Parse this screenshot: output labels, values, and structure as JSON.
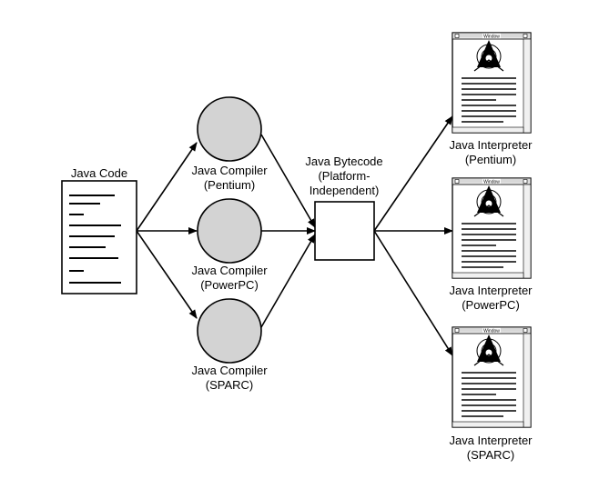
{
  "source": {
    "label": "Java Code"
  },
  "compilers": [
    {
      "label_line1": "Java Compiler",
      "label_line2": "(Pentium)"
    },
    {
      "label_line1": "Java Compiler",
      "label_line2": "(PowerPC)"
    },
    {
      "label_line1": "Java Compiler",
      "label_line2": "(SPARC)"
    }
  ],
  "bytecode": {
    "label_line1": "Java Bytecode",
    "label_line2": "(Platform-",
    "label_line3": "Independent)"
  },
  "interpreters": [
    {
      "window_title": "Window",
      "label_line1": "Java Interpreter",
      "label_line2": "(Pentium)"
    },
    {
      "window_title": "Window",
      "label_line1": "Java Interpreter",
      "label_line2": "(PowerPC)"
    },
    {
      "window_title": "Window",
      "label_line1": "Java Interpreter",
      "label_line2": "(SPARC)"
    }
  ],
  "colors": {
    "compiler_fill": "#d3d3d3",
    "stroke": "#000000"
  }
}
